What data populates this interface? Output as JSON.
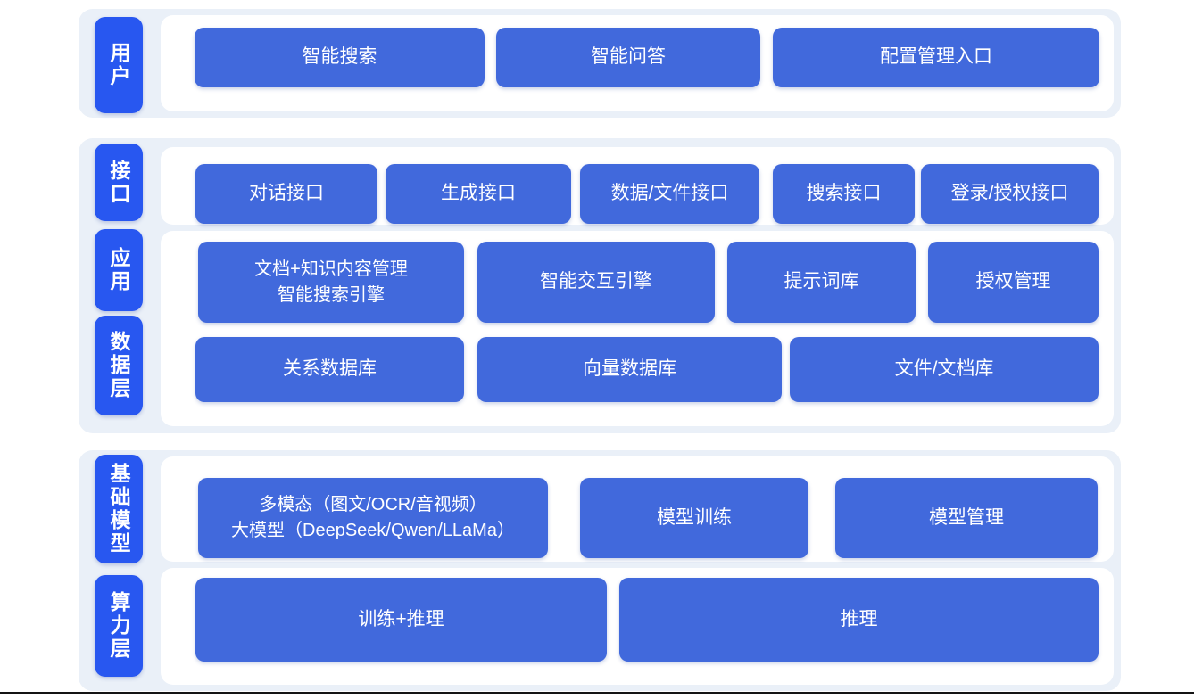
{
  "diagram": {
    "colors": {
      "badge_blue": "#2857f0",
      "block_blue": "#4169dc",
      "panel_light_blue": "#eaf0f8",
      "surface_white": "#ffffff",
      "bottom_rule_black": "#141414",
      "text_white": "#ffffff"
    },
    "user_layer": {
      "badge": "用户",
      "blocks": {
        "smart_search": "智能搜索",
        "smart_qa": "智能问答",
        "config_entry": "配置管理入口"
      }
    },
    "middle_layers": {
      "badges": {
        "interface": "接口",
        "application": "应用",
        "data": "数据层"
      },
      "interface_row": {
        "dialog_api": "对话接口",
        "generation_api": "生成接口",
        "data_file_api": "数据/文件接口",
        "search_api": "搜索接口",
        "login_auth_api": "登录/授权接口"
      },
      "application_row": {
        "doc_knowledge_search": "文档+知识内容管理\n智能搜索引擎",
        "interaction_engine": "智能交互引擎",
        "prompt_library": "提示词库",
        "auth_management": "授权管理"
      },
      "data_row": {
        "relational_db": "关系数据库",
        "vector_db": "向量数据库",
        "file_doc_store": "文件/文档库"
      }
    },
    "bottom_layers": {
      "badges": {
        "base_model": "基础模型",
        "compute": "算力层"
      },
      "model_row": {
        "multimodal_llm": "多模态（图文/OCR/音视频）\n大模型（DeepSeek/Qwen/LLaMa）",
        "model_training": "模型训练",
        "model_management": "模型管理"
      },
      "compute_row": {
        "training_inference": "训练+推理",
        "inference": "推理"
      }
    }
  }
}
